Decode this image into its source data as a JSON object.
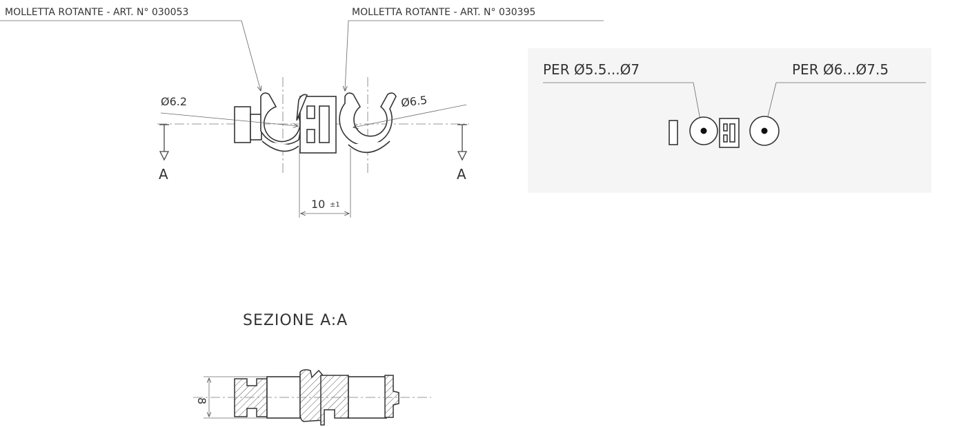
{
  "labels": {
    "clip_left": "MOLLETTA ROTANTE - ART. N° 030053",
    "clip_right": "MOLLETTA ROTANTE - ART. N° 030395",
    "dia_left": "Ø6.2",
    "dia_right": "Ø6.5",
    "distance": "10",
    "tolerance": "±1",
    "section_marker_left": "A",
    "section_marker_right": "A",
    "section_title": "SEZIONE A:A",
    "section_height": "8",
    "range_left": "PER Ø5.5...Ø7",
    "range_right": "PER Ø6...Ø7.5"
  }
}
